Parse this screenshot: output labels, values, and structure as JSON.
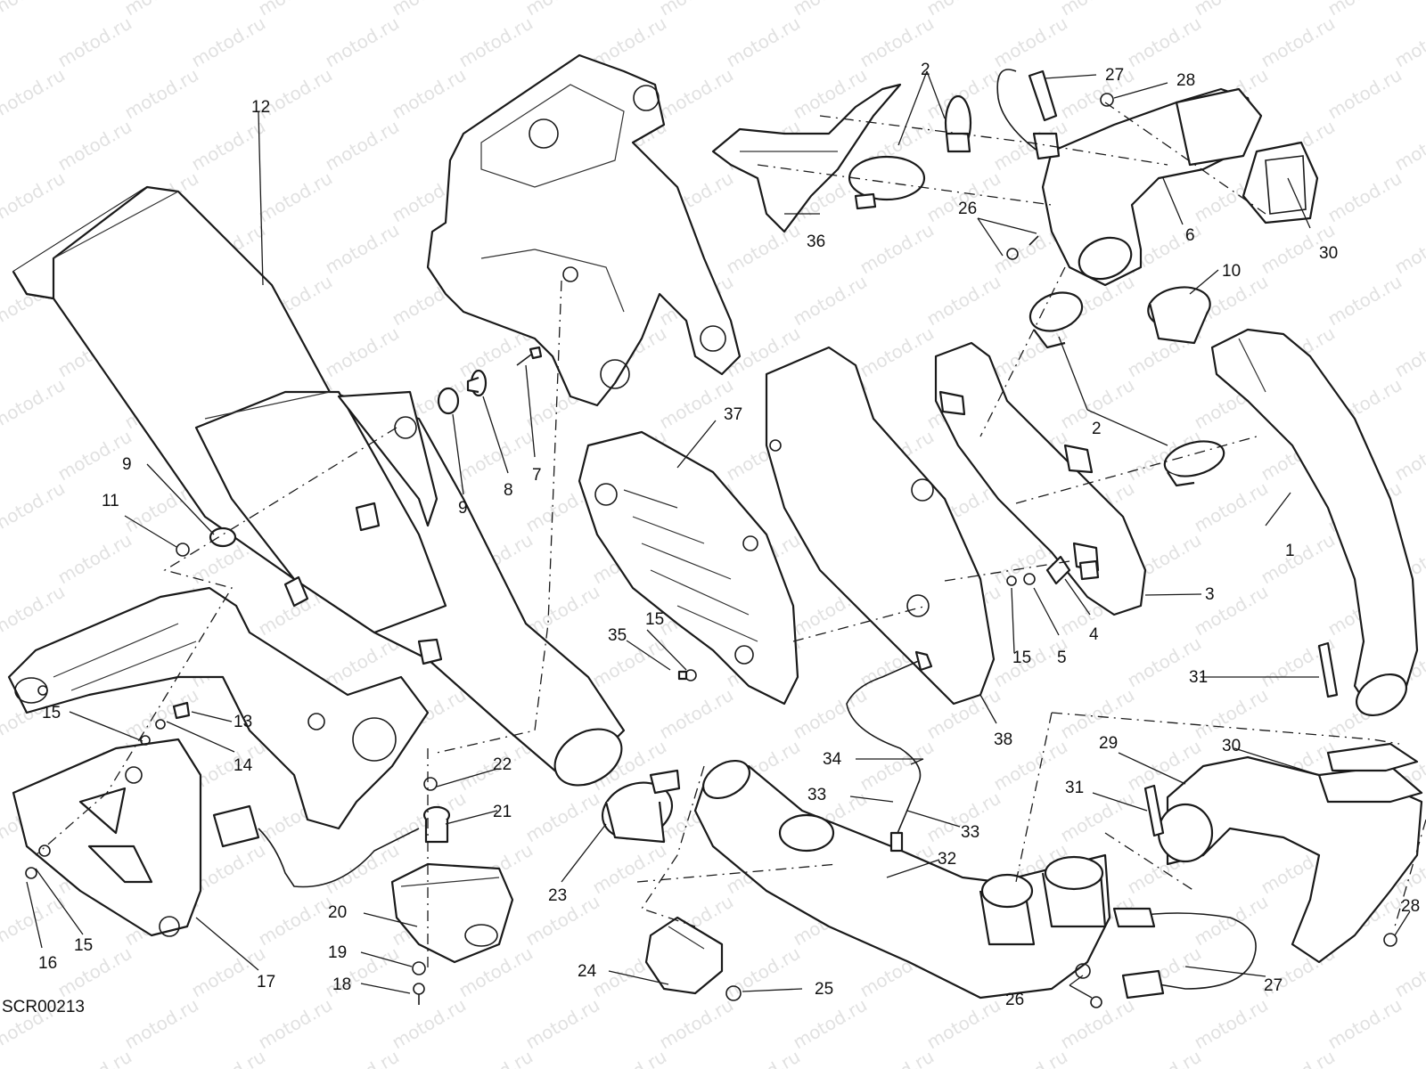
{
  "drawing_code": "SCR00213",
  "watermark": "motod.ru",
  "callouts": [
    "1",
    "2",
    "3",
    "4",
    "5",
    "6",
    "7",
    "8",
    "9",
    "10",
    "11",
    "12",
    "13",
    "14",
    "15",
    "16",
    "17",
    "18",
    "19",
    "20",
    "21",
    "22",
    "23",
    "24",
    "25",
    "26",
    "27",
    "28",
    "29",
    "30",
    "31",
    "32",
    "33",
    "34",
    "35",
    "36",
    "37",
    "38"
  ]
}
